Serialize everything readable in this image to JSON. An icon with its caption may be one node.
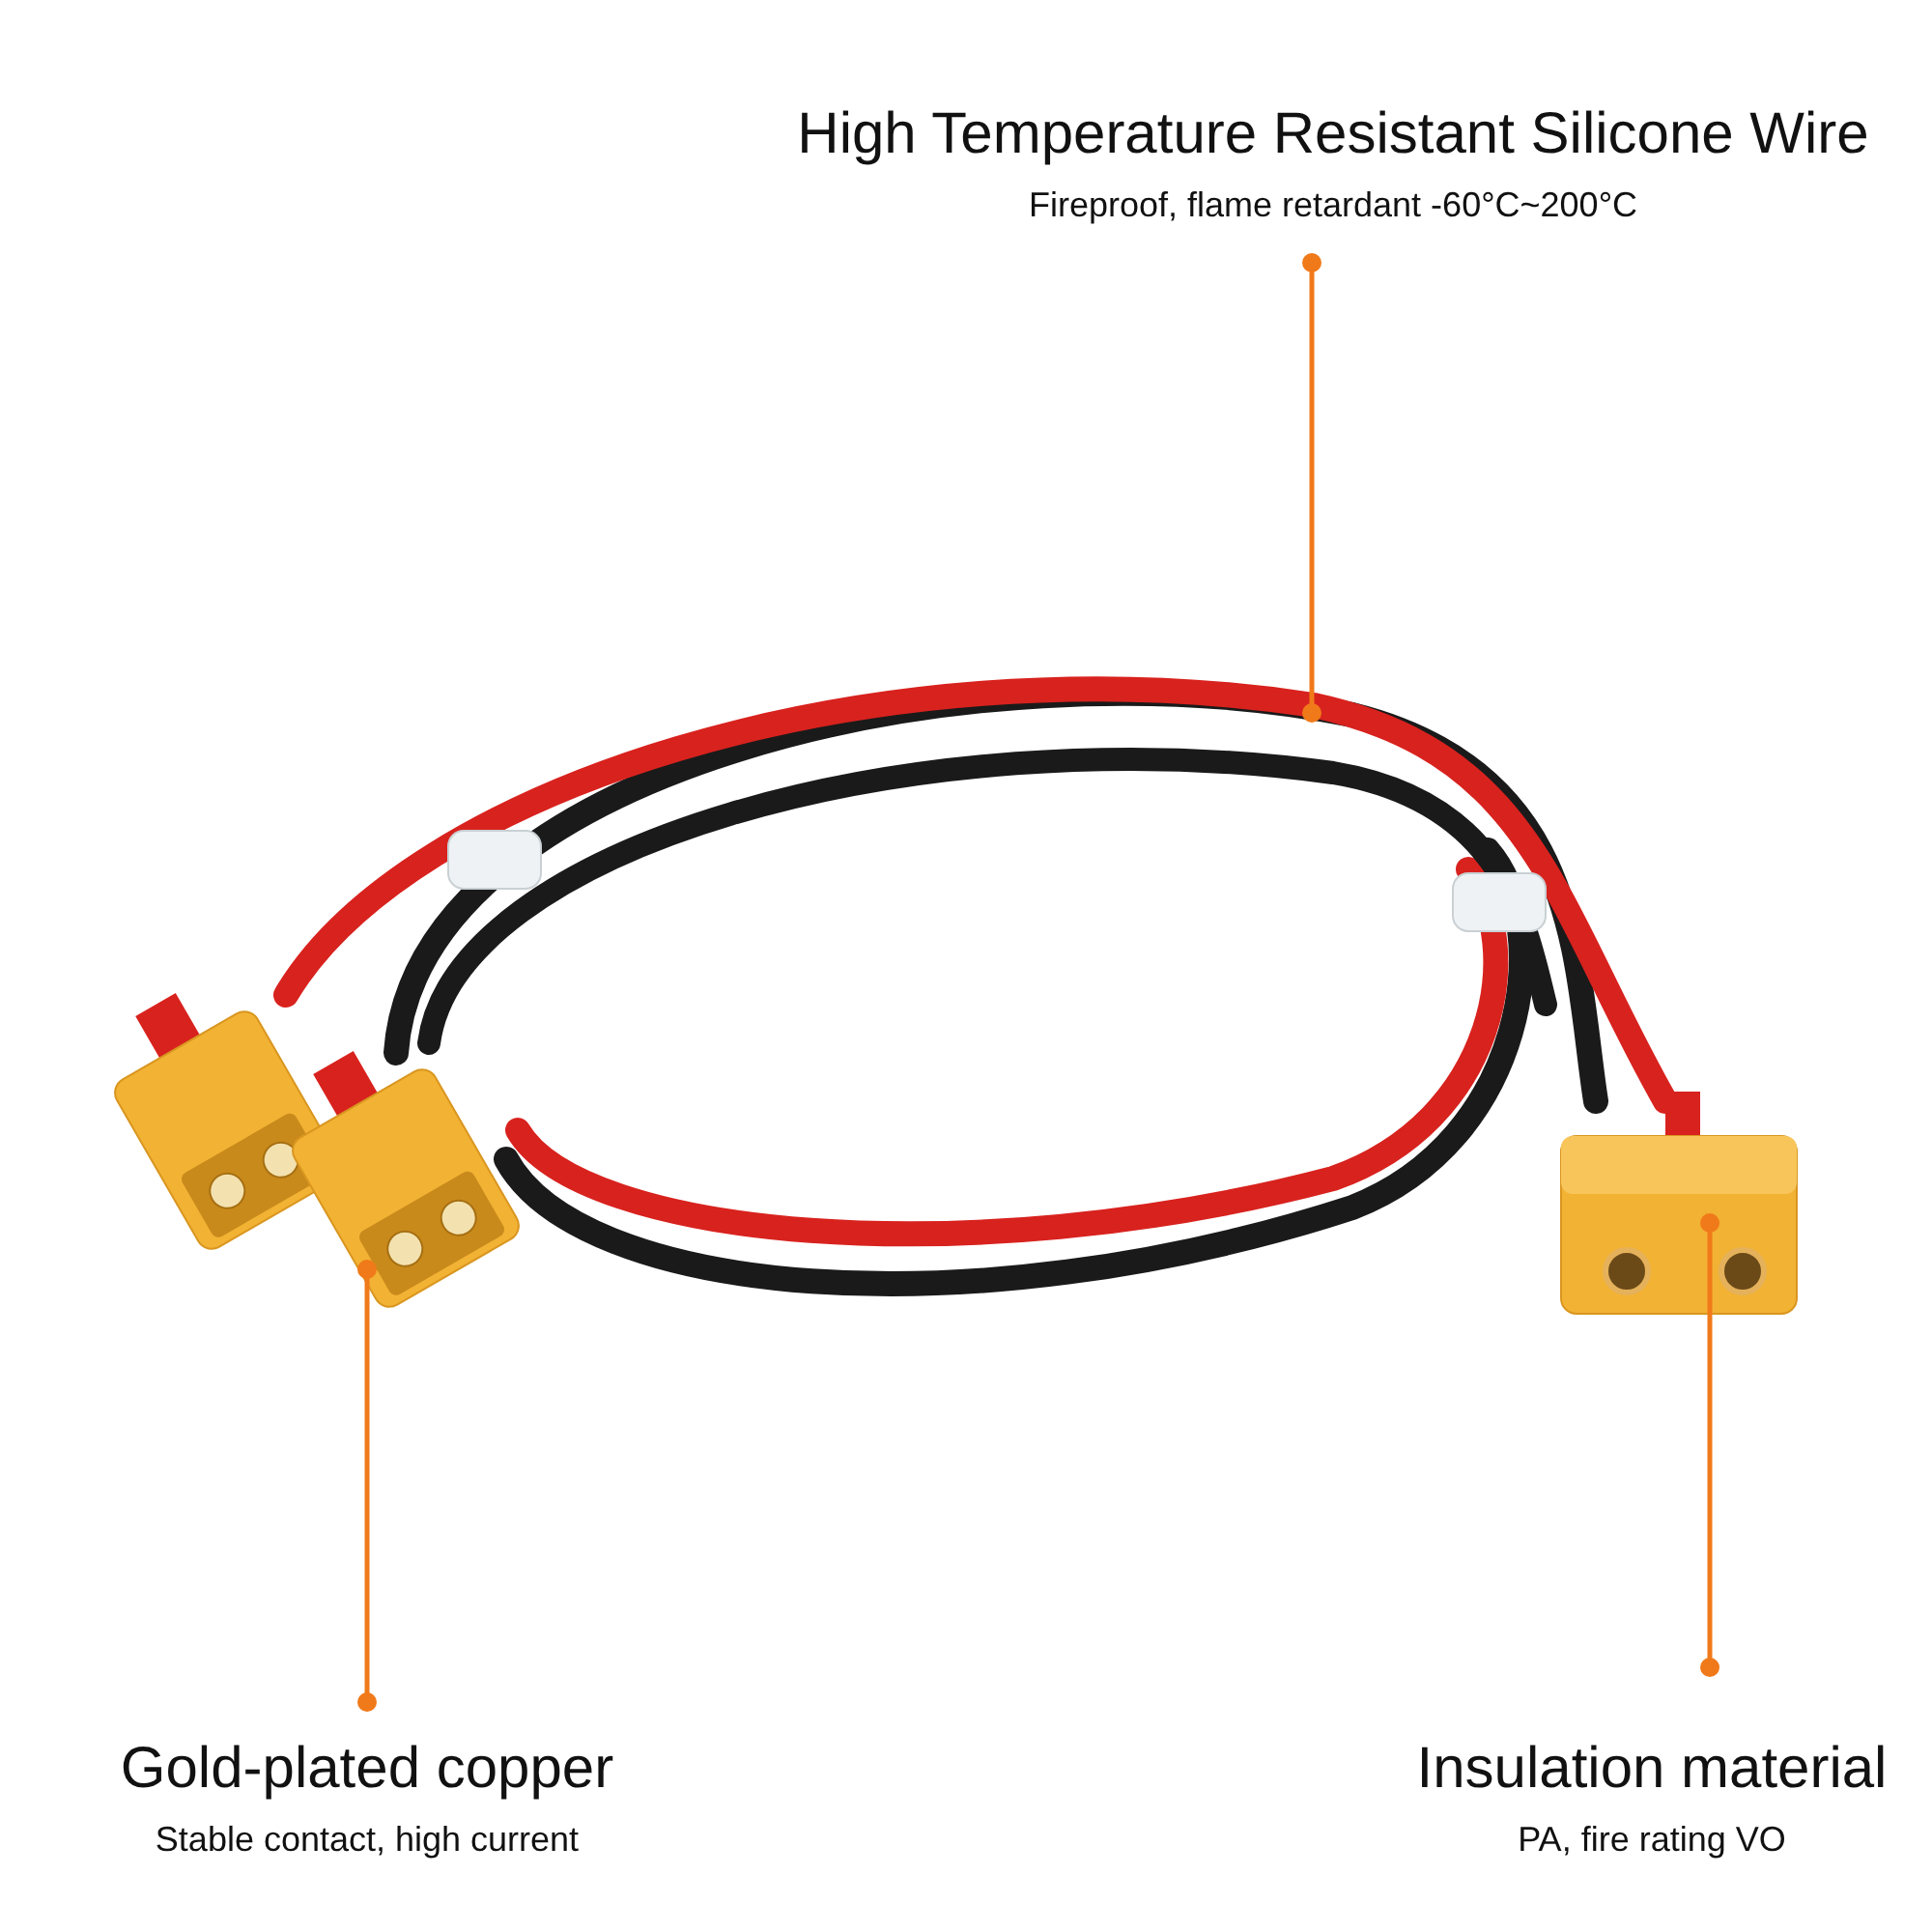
{
  "diagram": {
    "nodes": [
      {
        "text": [
          "High Temperature Resistant Silicone Wire",
          "Fireproof, flame retardant -60°C~200°C"
        ]
      },
      {
        "text": [],
        "shape": "picture"
      },
      {
        "text": [
          "Gold-plated copper",
          "Stable contact, high current"
        ]
      },
      {
        "text": [],
        "shape": "picture"
      },
      {
        "text": [
          "Insulation material",
          "PA, fire rating VO"
        ]
      },
      {
        "text": [],
        "shape": "picture"
      }
    ],
    "edges": [
      {
        "from": 0,
        "to": 1,
        "arrow": "other"
      },
      {
        "from": 2,
        "to": 3,
        "arrow": "other"
      },
      {
        "from": 4,
        "to": 5,
        "arrow": "other"
      }
    ]
  }
}
